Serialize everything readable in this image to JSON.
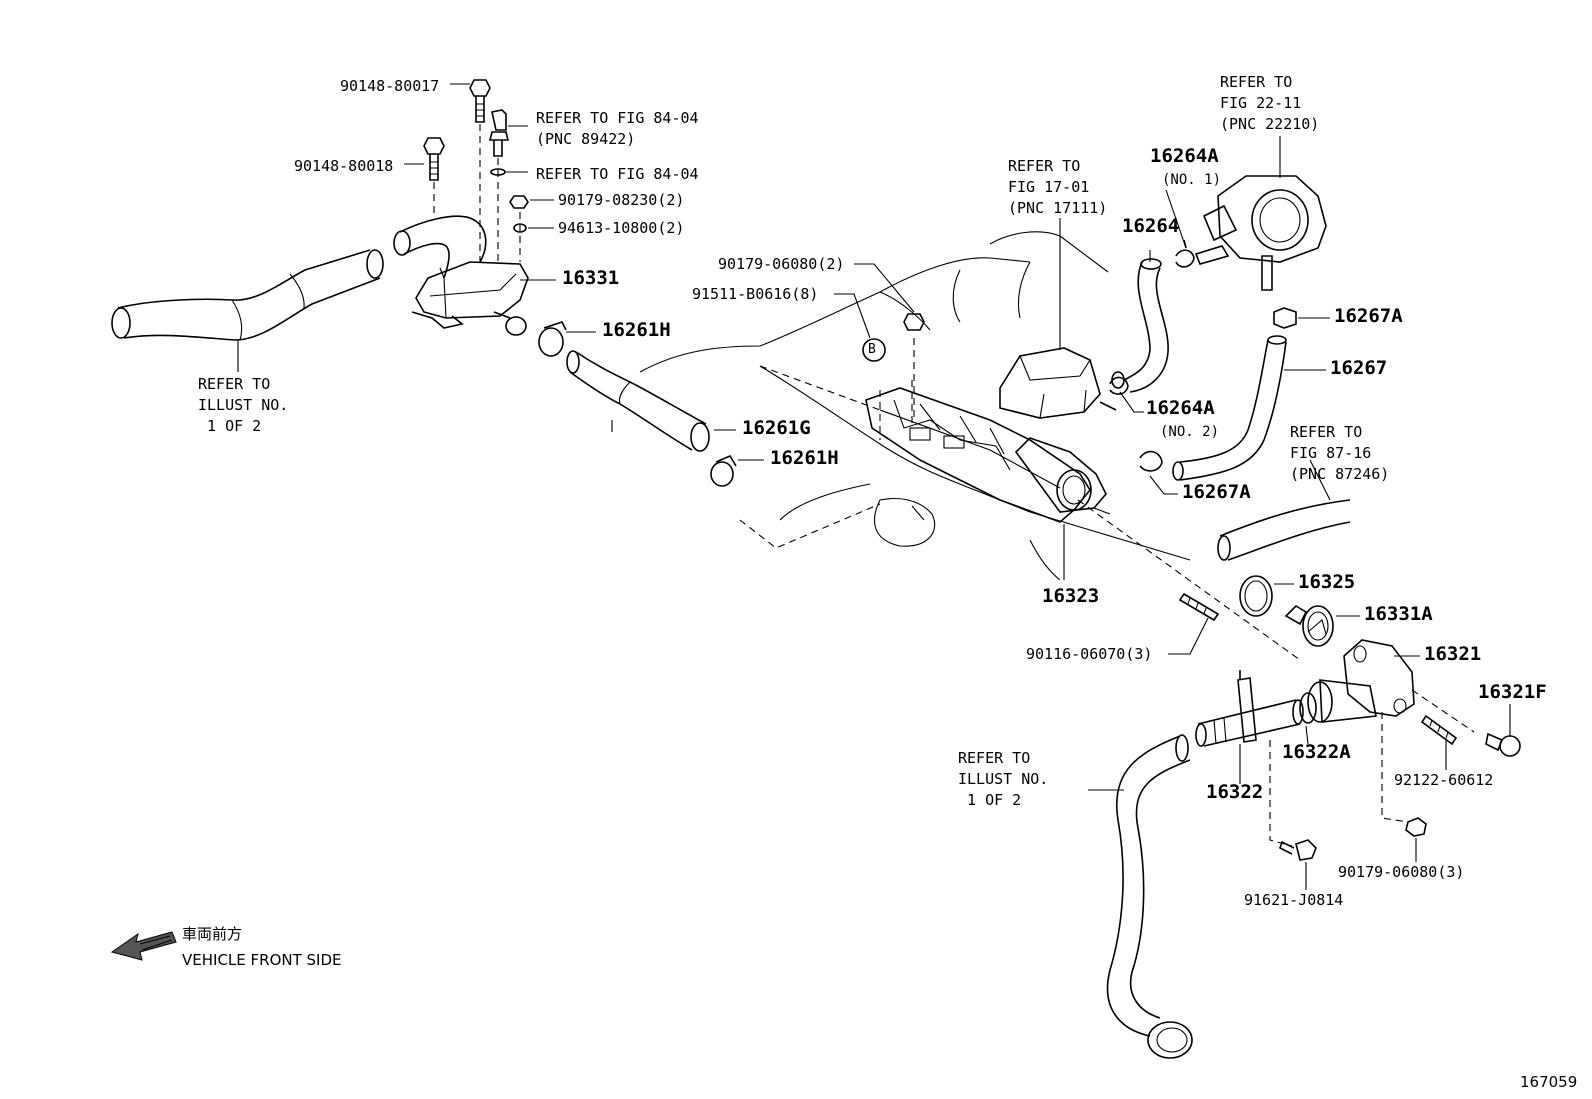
{
  "labels": {
    "p90148_80017": "90148-80017",
    "p90148_80018": "90148-80018",
    "refer_fig_84_04_a": "REFER TO FIG 84-04\n(PNC 89422)",
    "refer_fig_84_04_b": "REFER TO FIG 84-04",
    "p90179_08230": "90179-08230(2)",
    "p94613_10800": "94613-10800(2)",
    "p16331": "16331",
    "p16261H_a": "16261H",
    "p16261G": "16261G",
    "p16261H_b": "16261H",
    "refer_illust_left": "REFER TO\nILLUST NO.\n 1 OF 2",
    "p90179_06080_2": "90179-06080(2)",
    "p91511_B0616": "91511-B0616(8)",
    "refer_fig_17_01": "REFER TO\nFIG 17-01\n(PNC 17111)",
    "p16264A_no1": "16264A",
    "no1": "(NO. 1)",
    "p16264": "16264",
    "refer_fig_22_11": "REFER TO\nFIG 22-11\n(PNC 22210)",
    "p16267A_top": "16267A",
    "p16267": "16267",
    "p16264A_no2": "16264A",
    "no2": "(NO. 2)",
    "refer_fig_87_16": "REFER TO\nFIG 87-16\n(PNC 87246)",
    "p16267A_bottom": "16267A",
    "p16323": "16323",
    "p16325": "16325",
    "p16331A": "16331A",
    "p16321": "16321",
    "p16321F": "16321F",
    "p90116_06070": "90116-06070(3)",
    "refer_illust_right": "REFER TO\nILLUST NO.\n 1 OF 2",
    "p16322": "16322",
    "p16322A": "16322A",
    "p92122_60612": "92122-60612",
    "p90179_06080_3": "90179-06080(3)",
    "p91621_J0814": "91621-J0814",
    "marker_b": "B",
    "front_jp": "車両前方",
    "front_en": "VEHICLE FRONT SIDE",
    "figure_id": "167059"
  },
  "icons": {
    "front_arrow": "front-direction-arrow-icon"
  },
  "colors": {
    "ink": "#000000",
    "paper": "#ffffff"
  }
}
